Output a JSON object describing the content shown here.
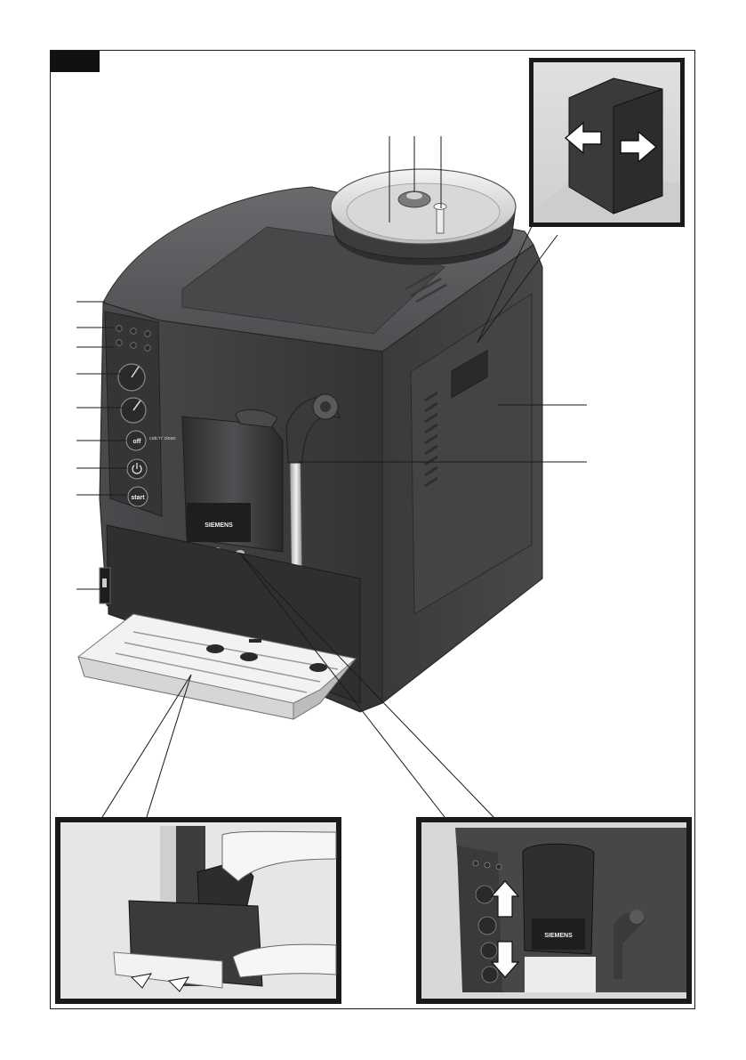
{
  "brand_label": "SIEMENS",
  "panel": {
    "off_label": "off",
    "calc_clean_label": "calc'n' clean",
    "start_label": "start"
  },
  "colors": {
    "machine_body": "#3d3d3f",
    "machine_top": "#555558",
    "drip_tray": "#e8e8e8",
    "inset_bg": "#dcdcdc",
    "frame": "#1a1a1a"
  },
  "icons": [
    "arrow-left-icon",
    "arrow-right-icon",
    "arrow-up-icon",
    "arrow-down-icon",
    "power-icon",
    "cup-icon"
  ]
}
